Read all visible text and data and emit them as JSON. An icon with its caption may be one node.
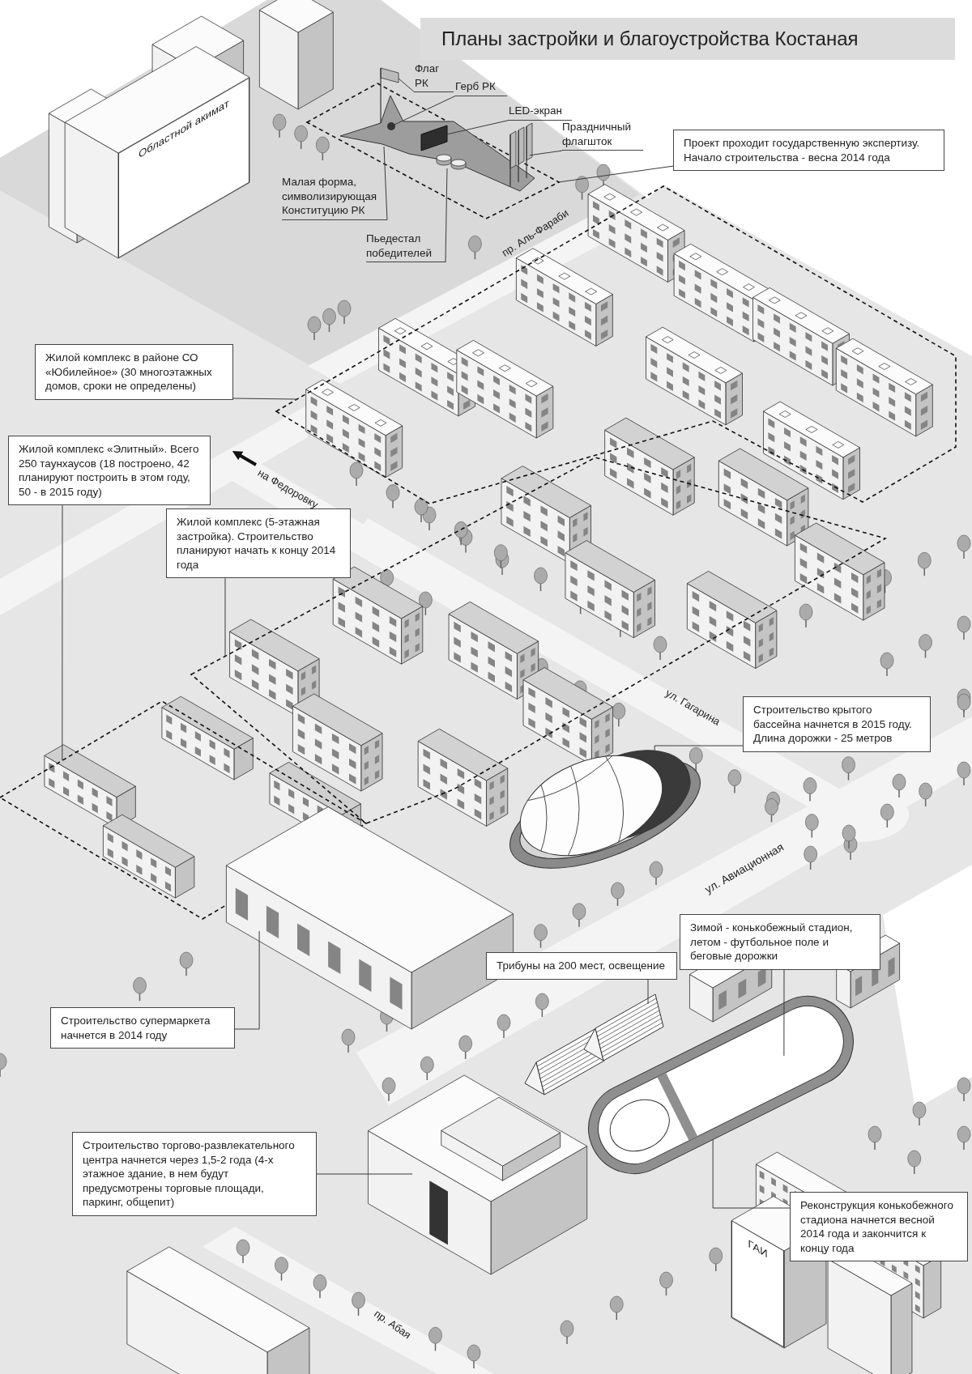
{
  "diagram": {
    "title": "Планы застройки и благоустройства Костаная",
    "nodes": [
      {
        "text": [
          "Областной акимат"
        ]
      },
      {
        "text": [
          "ГАИ"
        ]
      },
      {
        "text": [
          "Флаг РК"
        ]
      },
      {
        "text": [
          "Герб РК"
        ]
      },
      {
        "text": [
          "LED-экран"
        ]
      },
      {
        "text": [
          "Праздничный флагшток"
        ]
      },
      {
        "text": [
          "Проект проходит государственную экспертизу. Начало строительства - весна 2014 года"
        ]
      },
      {
        "text": [
          "Малая форма, символизирующая Конституцию РК"
        ]
      },
      {
        "text": [
          "Пьедестал победителей"
        ]
      },
      {
        "text": [
          "Жилой комплекс в районе СО «Юбилейное» (30 многоэтажных домов, сроки не определены)"
        ]
      },
      {
        "text": [
          "Жилой комплекс «Элитный». Всего 250 таунхаусов (18 построено, 42 планируют построить в этом году, 50 - в 2015 году)"
        ]
      },
      {
        "text": [
          "Жилой комплекс (5-этажная застройка). Строительство планируют начать к концу 2014 года"
        ]
      },
      {
        "text": [
          "Строительство крытого бассейна начнется в 2015 году. Длина дорожки - 25 метров"
        ]
      },
      {
        "text": [
          "Строительство супермаркета начнется в 2014 году"
        ]
      },
      {
        "text": [
          "Зимой - конькобежный стадион, летом - футбольное поле и беговые дорожки"
        ]
      },
      {
        "text": [
          "Трибуны на 200 мест, освещение"
        ]
      },
      {
        "text": [
          "Строительство торгово-развлекательного центра начнется через 1,5-2 года (4-х этажное здание, в нем будут предусмотрены торговые площади, паркинг, общепит)"
        ]
      },
      {
        "text": [
          "Реконструкция конькобежного стадиона начнется весной 2014 года и закончится к концу года"
        ]
      },
      {
        "text": [],
        "shape": "box"
      },
      {
        "text": [],
        "shape": "picture",
        "in": 18
      },
      {
        "text": [],
        "shape": "flag"
      },
      {
        "text": [],
        "shape": "circle",
        "in": 19
      },
      {
        "text": [],
        "shape": "box",
        "in": 19
      },
      {
        "text": [],
        "shape": "flag"
      },
      {
        "text": [],
        "shape": "cylinder",
        "in": 18
      },
      {
        "text": [],
        "shape": "box"
      },
      {
        "text": [],
        "shape": "diamond"
      },
      {
        "text": [],
        "shape": "box"
      },
      {
        "text": [],
        "shape": "dome"
      },
      {
        "text": [],
        "shape": "building"
      },
      {
        "text": [],
        "shape": "track"
      },
      {
        "text": [],
        "shape": "field",
        "in": 30
      },
      {
        "text": [],
        "shape": "bleachers"
      },
      {
        "text": [],
        "shape": "building"
      }
    ],
    "edges": [
      {
        "from": 2,
        "to": 20,
        "arrow": "none"
      },
      {
        "from": 3,
        "to": 21,
        "arrow": "none"
      },
      {
        "from": 4,
        "to": 22,
        "arrow": "none"
      },
      {
        "from": 5,
        "to": 23,
        "arrow": "none"
      },
      {
        "from": 6,
        "to": 18,
        "arrow": "none"
      },
      {
        "from": 7,
        "to": 19,
        "arrow": "none"
      },
      {
        "from": 8,
        "to": 24,
        "arrow": "none"
      },
      {
        "from": 9,
        "to": 25,
        "arrow": "none"
      },
      {
        "from": 10,
        "to": 26,
        "arrow": "none"
      },
      {
        "from": 11,
        "to": 27,
        "arrow": "none"
      },
      {
        "from": 12,
        "to": 28,
        "arrow": "none"
      },
      {
        "from": 13,
        "to": 29,
        "arrow": "none"
      },
      {
        "from": 14,
        "to": 31,
        "arrow": "none"
      },
      {
        "from": 15,
        "to": 32,
        "arrow": "none"
      },
      {
        "from": 16,
        "to": 33,
        "arrow": "none"
      },
      {
        "from": 17,
        "to": 30,
        "arrow": "none"
      }
    ],
    "labels": [
      "пр. Аль-Фараби",
      "на Федоровку",
      "ул. Гагарина",
      "ул. Авиационная",
      "пр. Абая"
    ]
  }
}
